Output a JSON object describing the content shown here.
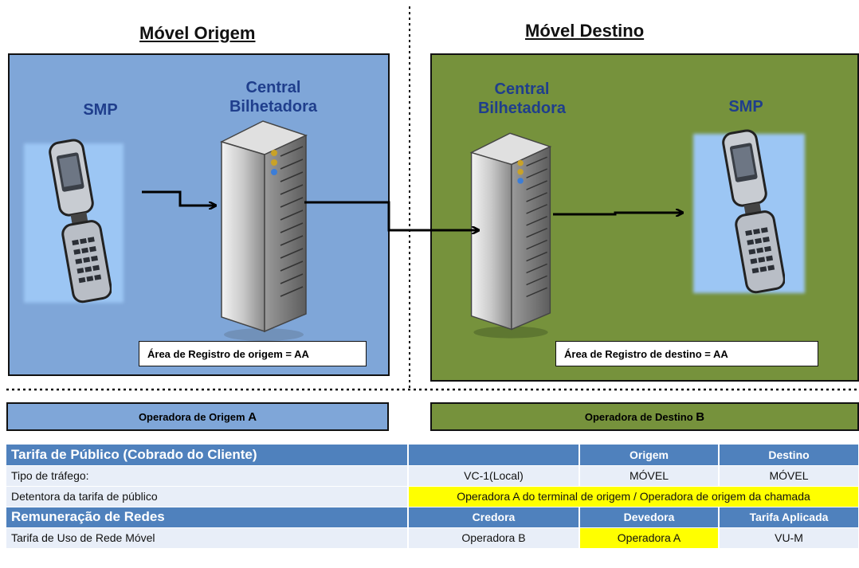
{
  "origin": {
    "title": "Móvel Origem",
    "smp_label": "SMP",
    "central_label": "Central Bilhetadora",
    "registro": "Área de Registro de origem = AA",
    "operadora_text": "Operadora de Origem",
    "operadora_letter": "A",
    "panel_color": "#7fa6d8"
  },
  "destination": {
    "title": "Móvel Destino",
    "smp_label": "SMP",
    "central_label": "Central Bilhetadora",
    "registro": "Área de Registro de destino = AA",
    "operadora_text": "Operadora de Destino",
    "operadora_letter": "B",
    "panel_color": "#76923c"
  },
  "icons": [
    "mobile-phone-icon",
    "server-tower-icon",
    "arrow-right-icon"
  ],
  "table": {
    "header1": {
      "label": "Tarifa de Público (Cobrado do Cliente)",
      "col2": "",
      "col3": "Origem",
      "col4": "Destino"
    },
    "row1": {
      "label": "Tipo de tráfego:",
      "col2": "VC-1(Local)",
      "col3": "MÓVEL",
      "col4": "MÓVEL"
    },
    "row2": {
      "label": "Detentora da tarifa de público",
      "span": "Operadora A do terminal de origem / Operadora de origem da chamada"
    },
    "header2": {
      "label": "Remuneração de Redes",
      "col2": "Credora",
      "col3": "Devedora",
      "col4": "Tarifa Aplicada"
    },
    "row3": {
      "label": "Tarifa de Uso de Rede Móvel",
      "col2": "Operadora  B",
      "col3": "Operadora  A",
      "col4": "VU-M"
    },
    "header_color": "#4f81bd",
    "highlight_color": "#ffff00"
  }
}
